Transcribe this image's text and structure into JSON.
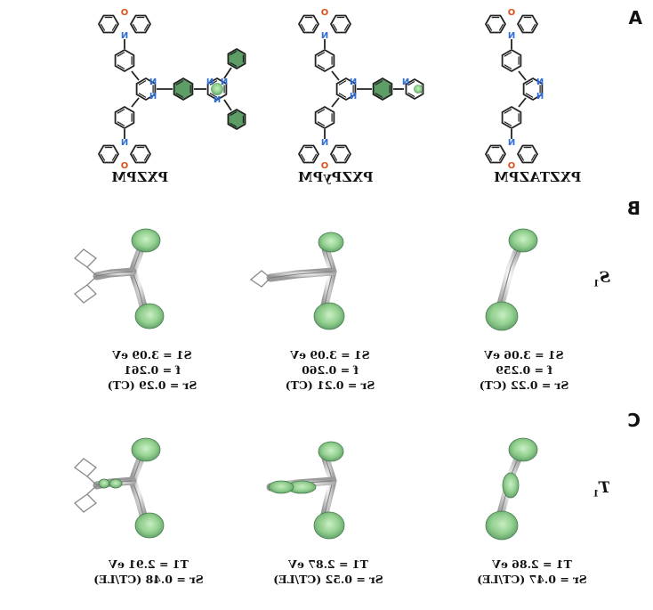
{
  "panels": {
    "a": "A",
    "b": "B",
    "c": "C"
  },
  "state_labels": {
    "s1": {
      "sym": "S",
      "sub": "1"
    },
    "t1": {
      "sym": "T",
      "sub": "1"
    }
  },
  "molecules": [
    {
      "name": "PXZPM",
      "s1": {
        "energy": "S1 = 3.09 eV",
        "f": "f = 0.261",
        "sr": "Sr = 0.29 (CT)"
      },
      "t1": {
        "energy": "T1 = 2.91 eV",
        "sr": "Sr = 0.48 (CT/LE)"
      }
    },
    {
      "name": "PXZPyPM",
      "s1": {
        "energy": "S1 = 3.09 eV",
        "f": "f = 0.260",
        "sr": "Sr = 0.21 (CT)"
      },
      "t1": {
        "energy": "T1 = 2.87 eV",
        "sr": "Sr = 0.52 (CT/LE)"
      }
    },
    {
      "name": "PXZTAZPM",
      "s1": {
        "energy": "S1 = 3.06 eV",
        "f": "f = 0.259",
        "sr": "Sr = 0.22 (CT)"
      },
      "t1": {
        "energy": "T1 = 2.86 eV",
        "sr": "Sr = 0.47 (CT/LE)"
      }
    }
  ],
  "colors": {
    "green": "#5e9e66",
    "green_light": "#8ecf8a",
    "oxygen": "#d9541e",
    "nitrogen": "#2f6fd6",
    "bond": "#222222"
  }
}
